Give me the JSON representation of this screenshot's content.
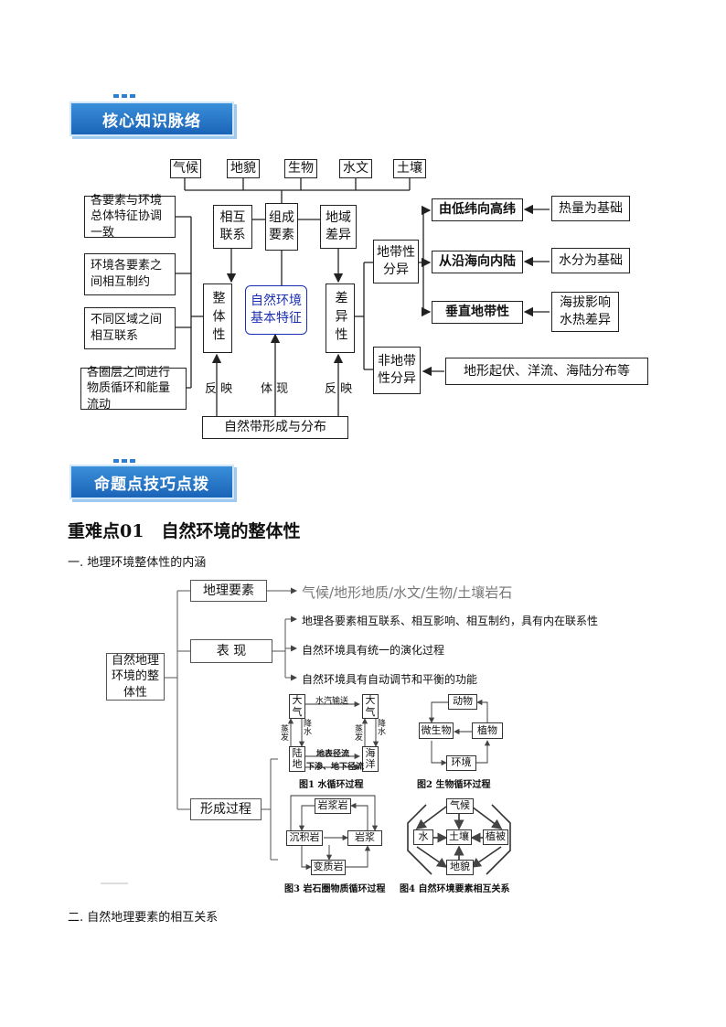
{
  "section1": {
    "title": "核心知识脉络"
  },
  "map": {
    "top_factors": [
      "气候",
      "地貌",
      "生物",
      "水文",
      "土壤"
    ],
    "left_notes": [
      "各要素与环境总体特征协调一致",
      "环境各要素之间相互制约",
      "不同区域之间相互联系",
      "各圈层之间进行物质循环和能量流动"
    ],
    "xianghu": "相互联系",
    "zucheng": "组成要素",
    "diyu": "地域差异",
    "zhengti": "整体性",
    "center": "自然环境基本特征",
    "chayi": "差异性",
    "didai": "地带性分异",
    "feididai": "非地带性分异",
    "lat": "由低纬向高纬",
    "coast": "从沿海向内陆",
    "vertical": "垂直地带性",
    "heat": "热量为基础",
    "water": "水分为基础",
    "alt": "海拔影响水热差异",
    "nonzonal_causes": "地形起伏、洋流、海陆分布等",
    "fanying1": "反 映",
    "tixian": "体 现",
    "fanying2": "反 映",
    "bottom": "自然带形成与分布"
  },
  "section2": {
    "title": "命题点技巧点拨"
  },
  "heading": "重难点01　自然环境的整体性",
  "sub1": "一. 地理环境整体性的内涵",
  "tree": {
    "root": "自然地理环境的整体性",
    "n1": "地理要素",
    "n1_text": "气候/地形地质/水文/生物/土壤岩石",
    "n2": "表 现",
    "n2_items": [
      "地理各要素相互联系、相互影响、相互制约，具有内在联系性",
      "自然环境具有统一的演化过程",
      "自然环境具有自动调节和平衡的功能"
    ],
    "n3": "形成过程"
  },
  "fig1": {
    "a1": "大气",
    "a2": "大气",
    "land": "陆地",
    "sea": "海洋",
    "top": "水汽输送",
    "evap1": "蒸发",
    "rain1": "降水",
    "evap2": "蒸发",
    "rain2": "降水",
    "flow1": "地表径流",
    "flow2": "下渗、地下径流",
    "cap": "图1 水循环过程"
  },
  "fig2": {
    "animal": "动物",
    "micro": "微生物",
    "plant": "植物",
    "env": "环境",
    "cap": "图2 生物循环过程"
  },
  "fig3": {
    "magmatic": "岩浆岩",
    "sed": "沉积岩",
    "magma": "岩浆",
    "meta": "变质岩",
    "cap": "图3 岩石圈物质循环过程"
  },
  "fig4": {
    "climate": "气候",
    "water": "水",
    "soil": "土壤",
    "veg": "植被",
    "land": "地貌",
    "cap": "图4 自然环境要素相互关系"
  },
  "sub2": "二. 自然地理要素的相互关系"
}
